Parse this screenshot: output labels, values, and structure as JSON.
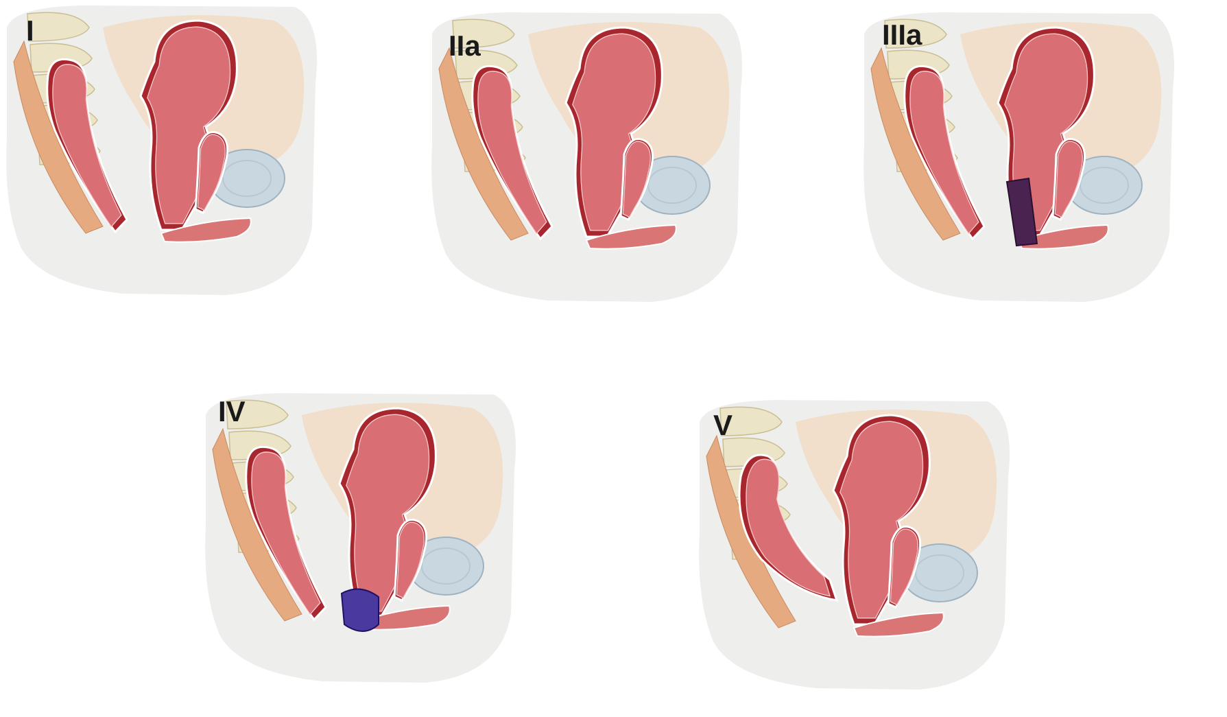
{
  "figure": {
    "panels": [
      {
        "id": "I",
        "label": "I",
        "variant": "normal"
      },
      {
        "id": "IIa",
        "label": "IIa",
        "variant": "low-narrow"
      },
      {
        "id": "IIIa",
        "label": "IIIa",
        "variant": "septum-band"
      },
      {
        "id": "IV",
        "label": "IV",
        "variant": "cap-block"
      },
      {
        "id": "V",
        "label": "V",
        "variant": "cloaca"
      }
    ]
  },
  "colors": {
    "background": "#ffffff",
    "skin": "#eeeeec",
    "peritoneum": "#f1dfcc",
    "spine": "#ece4c6",
    "muscle": "#e6aa80",
    "organ_wall": "#a8262d",
    "organ_lumen": "#d96f74",
    "organ_highlight": "#ee9fa2",
    "membrane_dark": "#4b2350",
    "membrane_blue": "#4a3aa0",
    "bladder": "#c9d7e0",
    "vestibule": "#d97575"
  }
}
